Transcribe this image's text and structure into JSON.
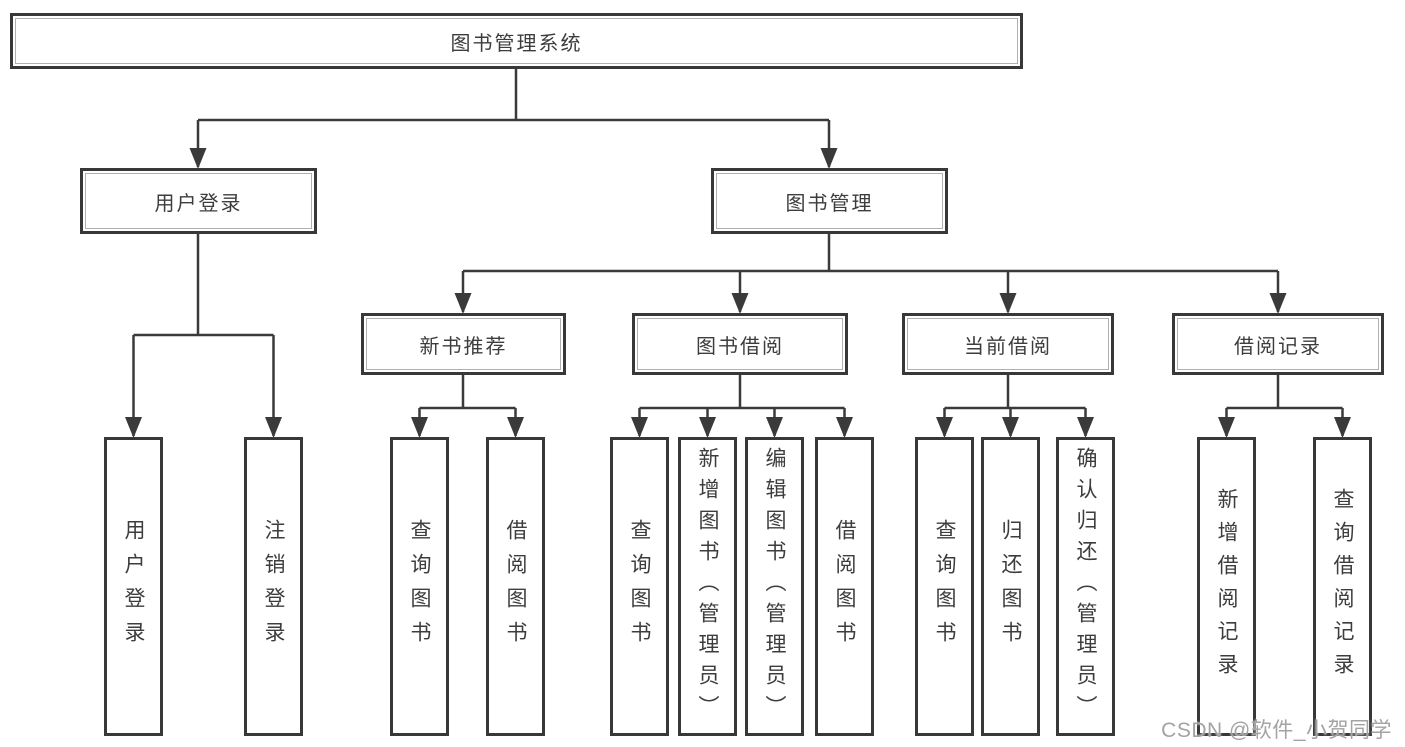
{
  "tree": {
    "label": "图书管理系统",
    "children": [
      {
        "label": "用户登录",
        "children": [
          {
            "label": "用户登录"
          },
          {
            "label": "注销登录"
          }
        ]
      },
      {
        "label": "图书管理",
        "children": [
          {
            "label": "新书推荐",
            "children": [
              {
                "label": "查询图书"
              },
              {
                "label": "借阅图书"
              }
            ]
          },
          {
            "label": "图书借阅",
            "children": [
              {
                "label": "查询图书"
              },
              {
                "label": "新增图书（管理员）"
              },
              {
                "label": "编辑图书（管理员）"
              },
              {
                "label": "借阅图书"
              }
            ]
          },
          {
            "label": "当前借阅",
            "children": [
              {
                "label": "查询图书"
              },
              {
                "label": "归还图书"
              },
              {
                "label": "确认归还（管理员）"
              }
            ]
          },
          {
            "label": "借阅记录",
            "children": [
              {
                "label": "新增借阅记录"
              },
              {
                "label": "查询借阅记录"
              }
            ]
          }
        ]
      }
    ]
  },
  "watermark": {
    "text": "CSDN @软件_小贺同学"
  },
  "colors": {
    "box_border": "#383838",
    "line": "#3a3a3a",
    "text": "#3d3d3d",
    "watermark": "#a3a3a3",
    "background": "#ffffff"
  }
}
